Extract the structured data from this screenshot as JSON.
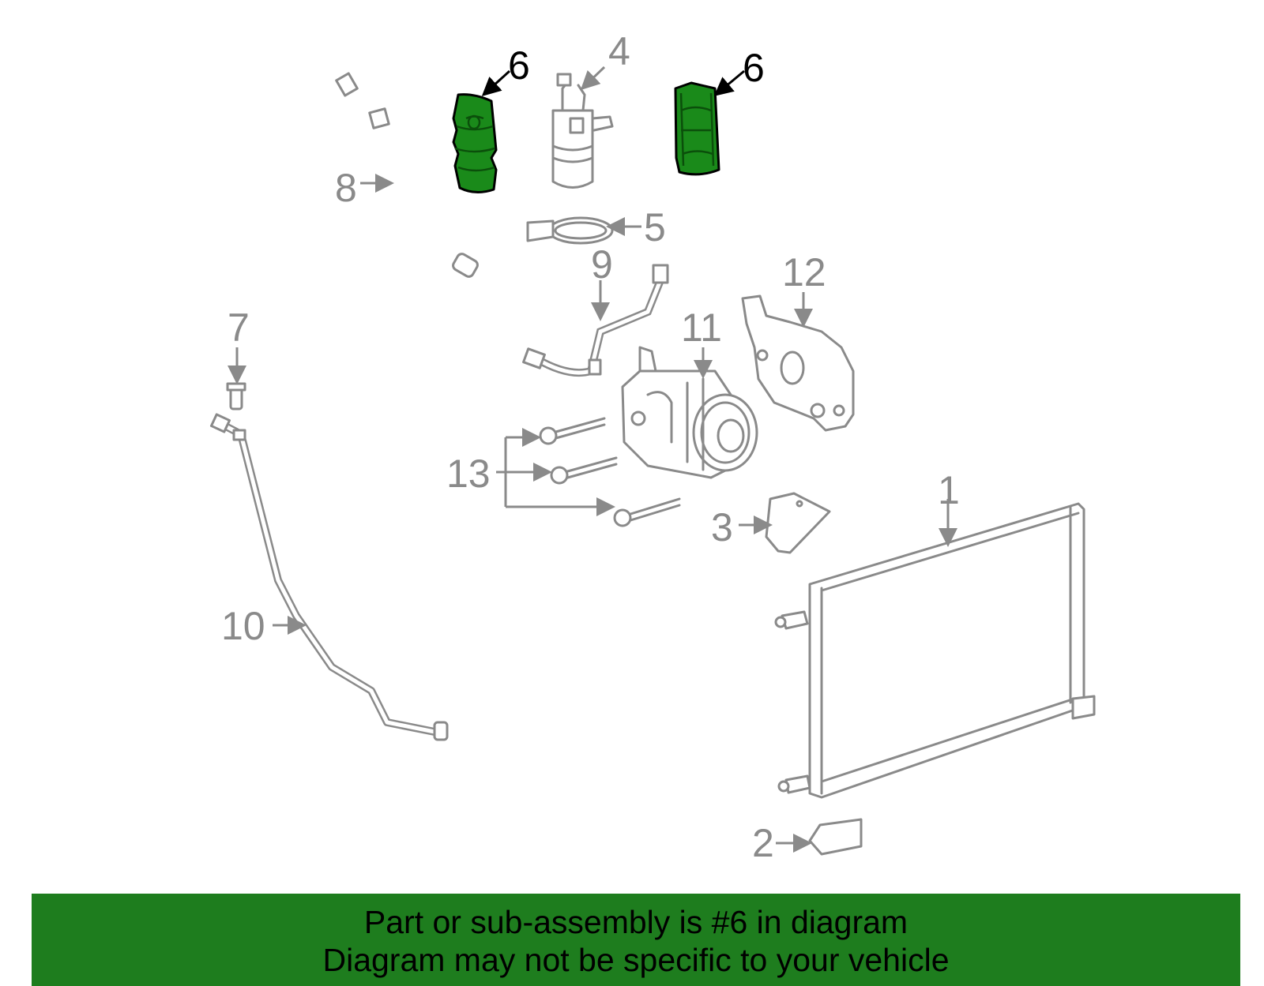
{
  "callouts": {
    "c1": "1",
    "c2": "2",
    "c3": "3",
    "c4": "4",
    "c5": "5",
    "c6a": "6",
    "c6b": "6",
    "c7": "7",
    "c8": "8",
    "c9": "9",
    "c10": "10",
    "c11": "11",
    "c12": "12",
    "c13": "13"
  },
  "highlight": {
    "part_number": "6",
    "color": "#1e8a1e",
    "banner_color": "#1e7d1e"
  },
  "banner": {
    "line1": "Part or sub-assembly is #6 in diagram",
    "line2": "Diagram may not be specific to your vehicle"
  }
}
